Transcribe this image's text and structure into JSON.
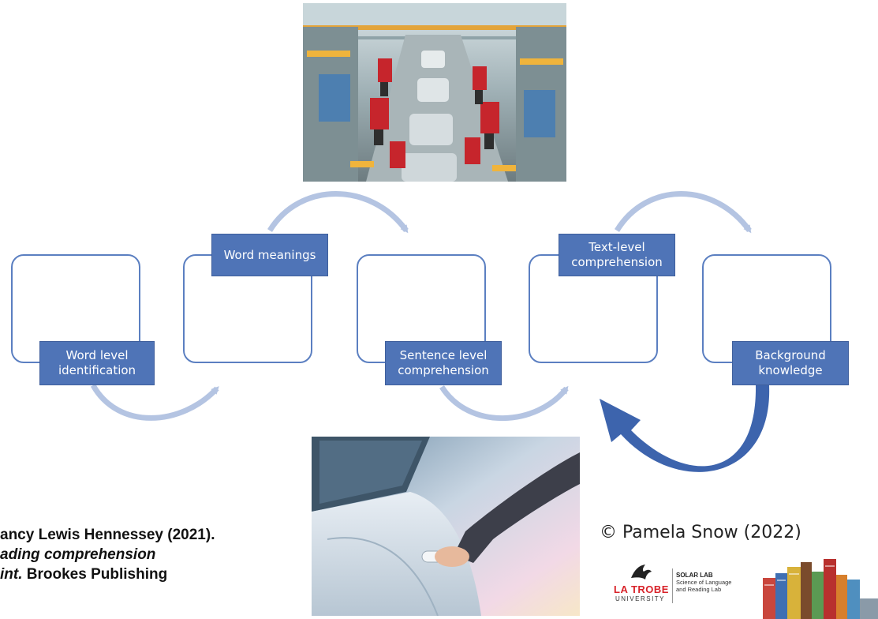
{
  "diagram": {
    "stages": [
      {
        "label": "Word level\nidentification"
      },
      {
        "label": "Word meanings"
      },
      {
        "label": "Sentence level\ncomprehension"
      },
      {
        "label": "Text-level\ncomprehension"
      },
      {
        "label": "Background\nknowledge"
      }
    ]
  },
  "images": {
    "top": {
      "subject": "car-factory-assembly-line"
    },
    "bottom": {
      "subject": "hand-opening-car-door"
    }
  },
  "citation": {
    "line1": "ancy Lewis Hennessey (2021).",
    "line2": "ading comprehension",
    "line3_italic": "int.",
    "line3_rest": " Brookes Publishing"
  },
  "copyright": "© Pamela Snow (2022)",
  "logos": {
    "university_line1": "LA TROBE",
    "university_line2": "UNIVERSITY",
    "lab_name": "SOLAR LAB",
    "lab_desc1": "Science of Language",
    "lab_desc2": "and Reading Lab"
  },
  "colors": {
    "box_border": "#5b7fc1",
    "label_fill": "#4f74b7",
    "arrow_light": "#b4c4e2",
    "arrow_dark": "#3d64ad"
  }
}
